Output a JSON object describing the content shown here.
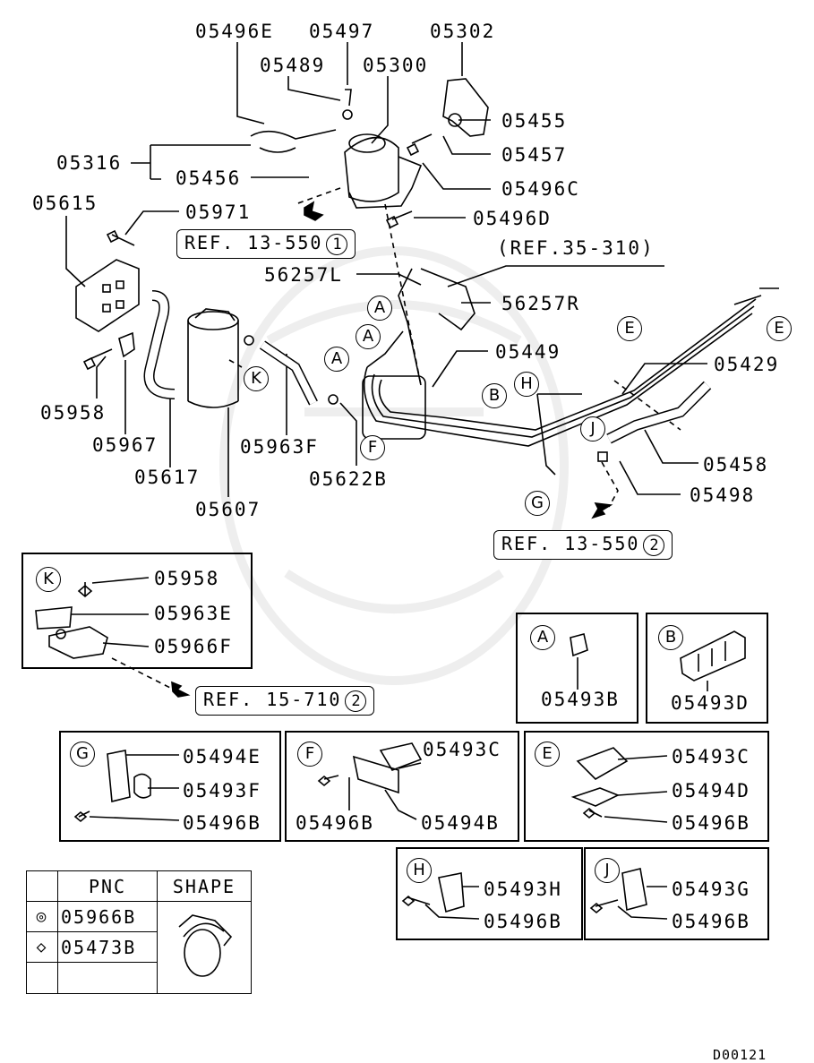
{
  "main_labels": {
    "l05496E": "05496E",
    "l05497": "05497",
    "l05302": "05302",
    "l05489": "05489",
    "l05300": "05300",
    "l05455": "05455",
    "l05457": "05457",
    "l05316": "05316",
    "l05456": "05456",
    "l05496C": "05496C",
    "l05615": "05615",
    "l05971": "05971",
    "l05496D": "05496D",
    "l56257L": "56257L",
    "l56257R": "56257R",
    "l05449": "05449",
    "l05429": "05429",
    "l05958": "05958",
    "l05967": "05967",
    "l05617": "05617",
    "l05963F": "05963F",
    "l05622B": "05622B",
    "l05607": "05607",
    "l05458": "05458",
    "l05498": "05498"
  },
  "refs": {
    "ref1_text": "REF. 13-550",
    "ref1_num": "1",
    "ref2_text": "REF. 13-550",
    "ref2_num": "2",
    "ref3_text": "REF. 15-710",
    "ref3_num": "2",
    "ref35": "(REF.35-310)"
  },
  "callouts": {
    "A": "A",
    "B": "B",
    "E": "E",
    "F": "F",
    "G": "G",
    "H": "H",
    "J": "J",
    "K": "K"
  },
  "detail_boxes": {
    "K": {
      "tag": "K",
      "parts": [
        "05958",
        "05963E",
        "05966F"
      ]
    },
    "A": {
      "tag": "A",
      "parts": [
        "05493B"
      ]
    },
    "B": {
      "tag": "B",
      "parts": [
        "05493D"
      ]
    },
    "G": {
      "tag": "G",
      "parts": [
        "05494E",
        "05493F",
        "05496B"
      ]
    },
    "F": {
      "tag": "F",
      "parts": [
        "05493C",
        "05496B",
        "05494B"
      ]
    },
    "E": {
      "tag": "E",
      "parts": [
        "05493C",
        "05494D",
        "05496B"
      ]
    },
    "H": {
      "tag": "H",
      "parts": [
        "05493H",
        "05496B"
      ]
    },
    "J": {
      "tag": "J",
      "parts": [
        "05493G",
        "05496B"
      ]
    }
  },
  "pnc_table": {
    "headers": [
      "PNC",
      "SHAPE"
    ],
    "rows": [
      {
        "symbol": "◎",
        "pnc": "05966B"
      },
      {
        "symbol": "◇",
        "pnc": "05473B"
      }
    ]
  },
  "footer_code": "D00121"
}
